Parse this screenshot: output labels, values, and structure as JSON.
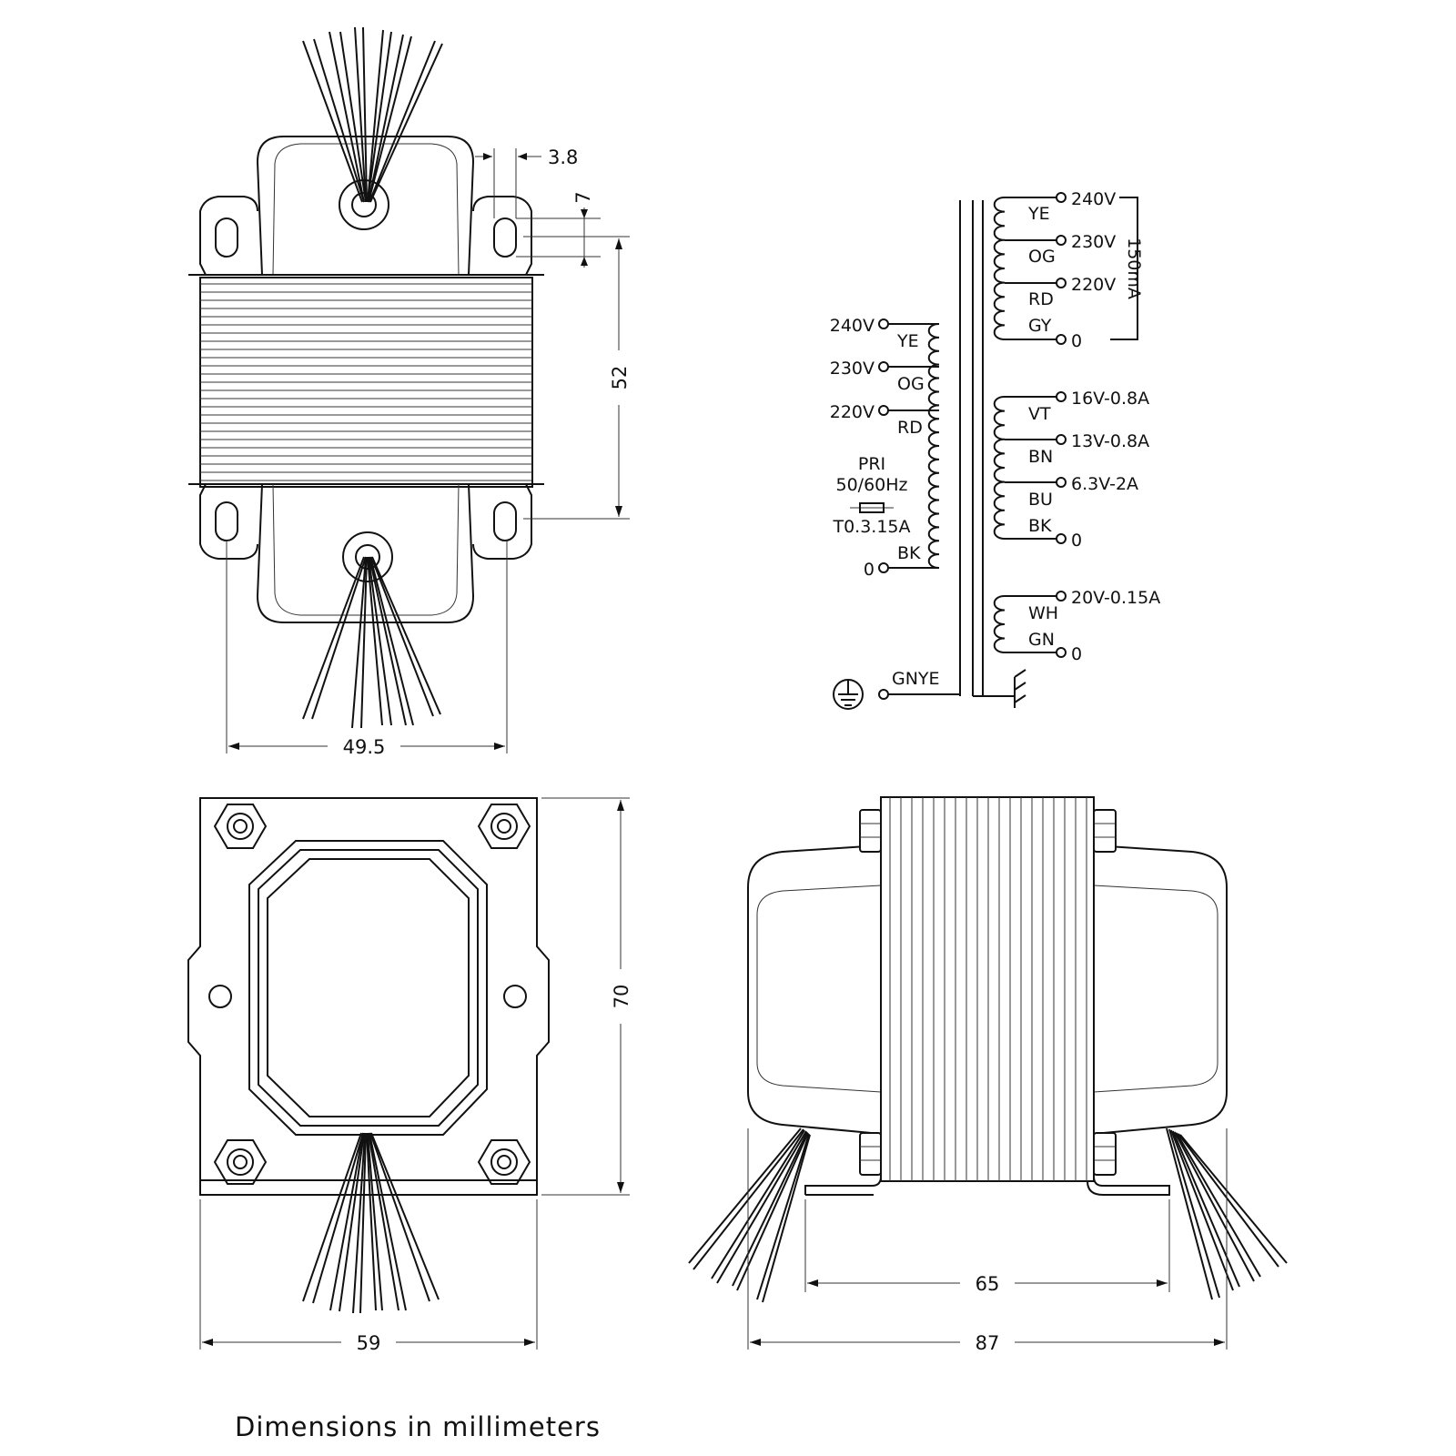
{
  "dimensions": {
    "top_width": "49.5",
    "top_height": "52",
    "slot_offset": "3.8",
    "slot_length": "7",
    "front_width": "59",
    "front_height": "70",
    "side_mount": "65",
    "side_width": "87"
  },
  "schematic": {
    "primary": {
      "taps": [
        {
          "voltage": "240V",
          "color": "YE"
        },
        {
          "voltage": "230V",
          "color": "OG"
        },
        {
          "voltage": "220V",
          "color": "RD"
        },
        {
          "voltage": "0",
          "color": "BK"
        }
      ],
      "label": "PRI",
      "frequency": "50/60Hz",
      "fuse": "T0.3.15A"
    },
    "ground": {
      "color": "GNYE"
    },
    "secondary_1": {
      "taps": [
        {
          "voltage": "240V",
          "color": "YE"
        },
        {
          "voltage": "230V",
          "color": "OG"
        },
        {
          "voltage": "220V",
          "color": "RD"
        },
        {
          "voltage": "0",
          "color": "GY"
        }
      ],
      "current": "150mA"
    },
    "secondary_2": {
      "taps": [
        {
          "voltage": "16V-0.8A",
          "color": "VT"
        },
        {
          "voltage": "13V-0.8A",
          "color": "BN"
        },
        {
          "voltage": "6.3V-2A",
          "color": "BU"
        },
        {
          "voltage": "0",
          "color": "BK"
        }
      ]
    },
    "secondary_3": {
      "taps": [
        {
          "voltage": "20V-0.15A",
          "color": "WH"
        },
        {
          "voltage": "0",
          "color": "GN"
        }
      ]
    }
  },
  "caption": "Dimensions in millimeters"
}
